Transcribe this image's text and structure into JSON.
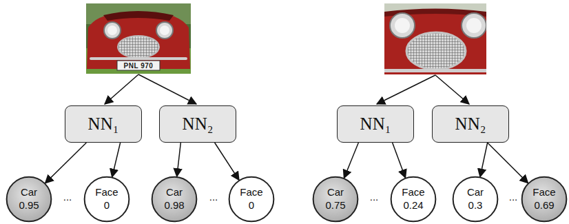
{
  "diagram": {
    "nodes": [
      {
        "text": [
          "NN₁"
        ]
      },
      {
        "text": [
          "NN₂"
        ]
      },
      {
        "text": [
          "NN₁"
        ]
      },
      {
        "text": [
          "NN₂"
        ]
      },
      {
        "text": [
          "Car",
          "0.95"
        ]
      },
      {
        "text": [
          "Face",
          "0"
        ]
      },
      {
        "text": [
          "Car",
          "0.98"
        ]
      },
      {
        "text": [
          "Face",
          "0"
        ]
      },
      {
        "text": [
          "Car",
          "0.75"
        ]
      },
      {
        "text": [
          "Face",
          "0.24"
        ]
      },
      {
        "text": [
          "Car",
          "0.3"
        ]
      },
      {
        "text": [
          "Face",
          "0.69"
        ]
      }
    ],
    "edges": [
      {
        "from": 0,
        "to": 4,
        "arrow": "to"
      },
      {
        "from": 0,
        "to": 5,
        "arrow": "to"
      },
      {
        "from": 1,
        "to": 6,
        "arrow": "to"
      },
      {
        "from": 1,
        "to": 7,
        "arrow": "to"
      },
      {
        "from": 2,
        "to": 8,
        "arrow": "to"
      },
      {
        "from": 2,
        "to": 9,
        "arrow": "to"
      },
      {
        "from": 3,
        "to": 10,
        "arrow": "to"
      },
      {
        "from": 3,
        "to": 11,
        "arrow": "to"
      }
    ],
    "labels": [
      "PNL 970",
      "...",
      "...",
      "...",
      "..."
    ]
  }
}
